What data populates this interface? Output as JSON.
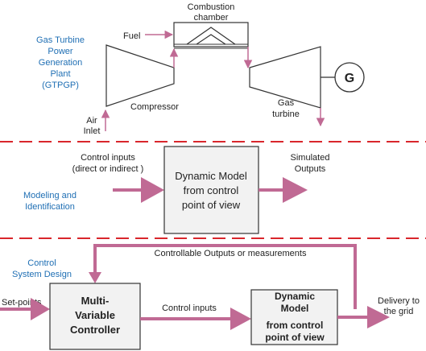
{
  "plant": {
    "title_lines": [
      "Gas Turbine",
      "Power",
      "Generation",
      "Plant",
      "(GTPGP)"
    ],
    "combustion_lines": [
      "Combustion",
      "chamber"
    ],
    "fuel": "Fuel",
    "compressor": "Compressor",
    "air_inlet_lines": [
      "Air",
      "Inlet"
    ],
    "gas_turbine_lines": [
      "Gas",
      "turbine"
    ],
    "generator": "G"
  },
  "modeling": {
    "section_lines": [
      "Modeling and",
      "Identification"
    ],
    "inputs_lines": [
      "Control inputs",
      "(direct or indirect )"
    ],
    "model_lines": [
      "Dynamic Model",
      "from control",
      "point of view"
    ],
    "outputs_lines": [
      "Simulated",
      "Outputs"
    ]
  },
  "control": {
    "section_lines": [
      "Control",
      "System Design"
    ],
    "feedback": "Controllable Outputs or measurements",
    "setpoints": "Set-points",
    "controller_lines": [
      "Multi-",
      "Variable",
      "Controller"
    ],
    "inputs": "Control inputs",
    "model_lines": [
      "Dynamic",
      "Model",
      "from control",
      "point of view"
    ],
    "delivery_lines": [
      "Delivery to",
      "the grid"
    ]
  },
  "colors": {
    "accent_pink": "#c06a94",
    "divider_red": "#d9262c",
    "label_blue": "#1f6fb4",
    "box_fill": "#f2f2f2"
  }
}
